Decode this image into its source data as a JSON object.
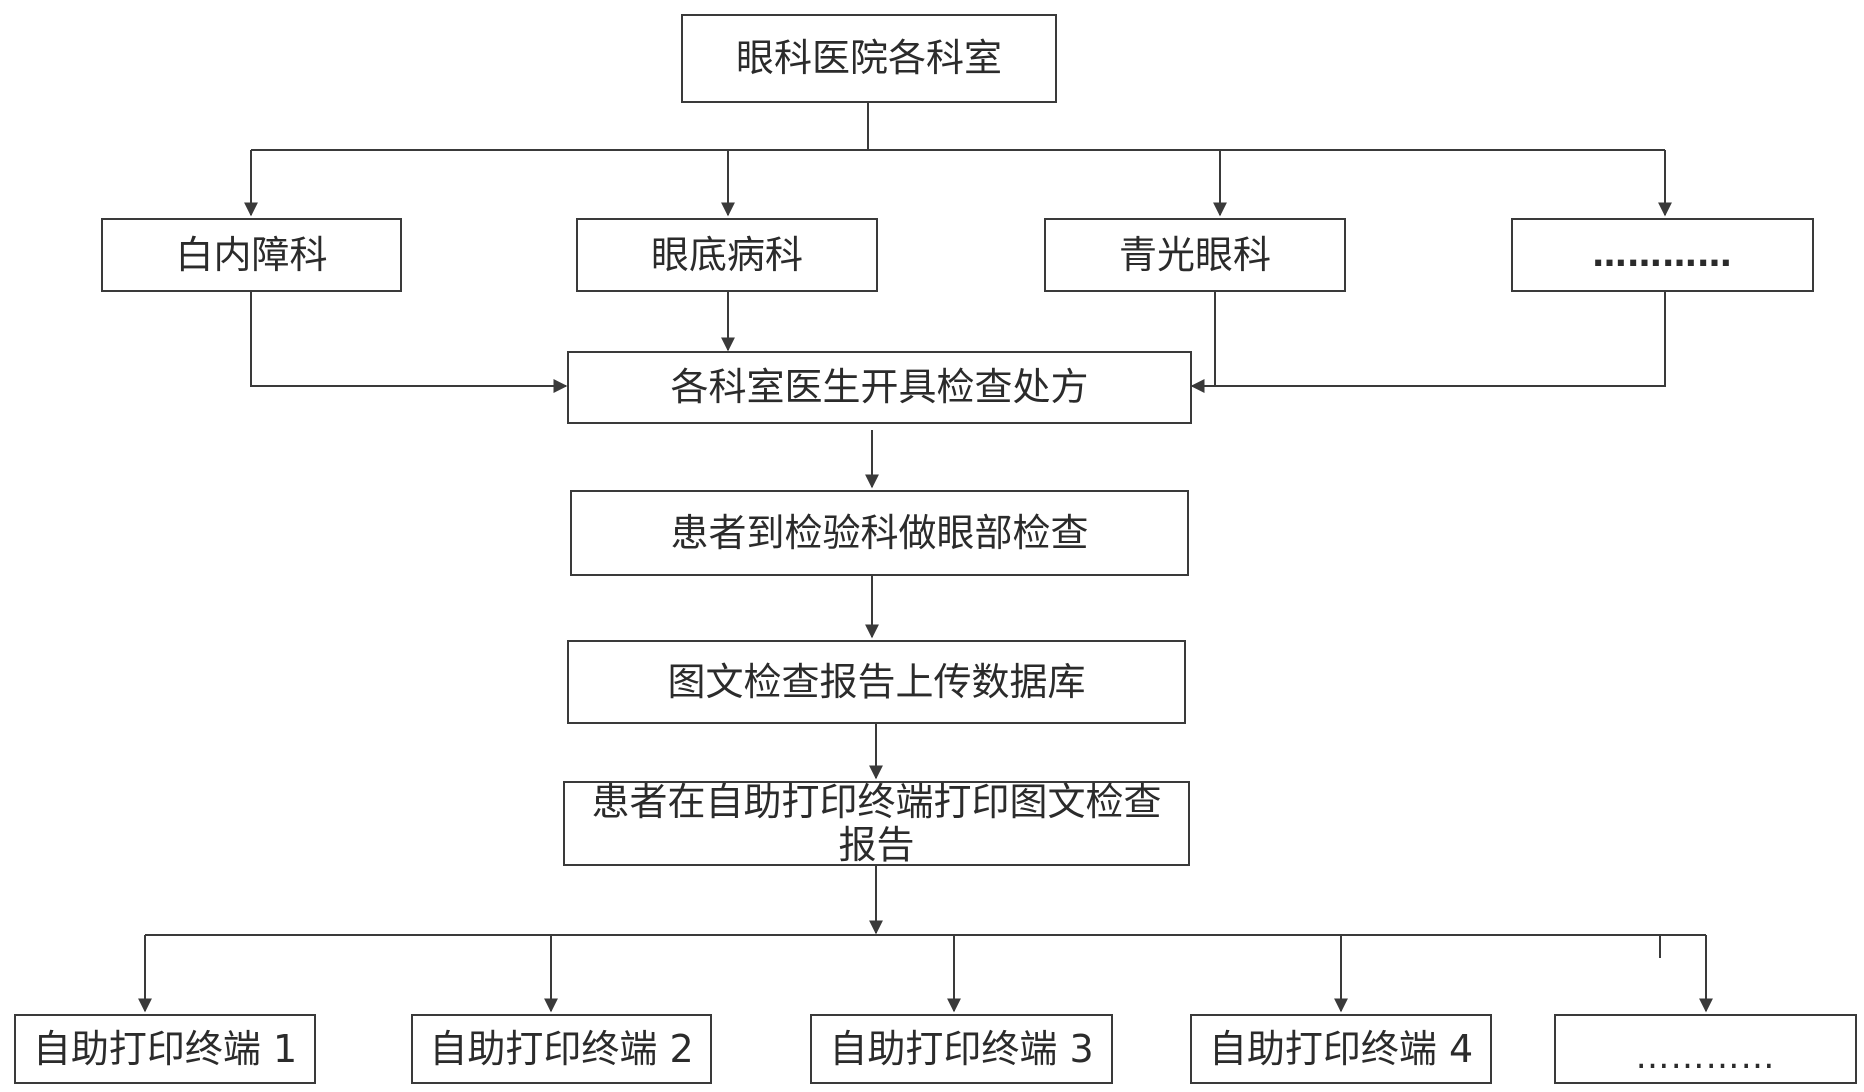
{
  "top": {
    "label": "眼科医院各科室"
  },
  "departments": [
    {
      "label": "白内障科"
    },
    {
      "label": "眼底病科"
    },
    {
      "label": "青光眼科"
    },
    {
      "label": "…………"
    }
  ],
  "flow": {
    "step1": "各科室医生开具检查处方",
    "step2": "患者到检验科做眼部检查",
    "step3": "图文检查报告上传数据库",
    "step4": "患者在自助打印终端打印图文检查报告"
  },
  "terminals": [
    {
      "label": "自助打印终端 1"
    },
    {
      "label": "自助打印终端 2"
    },
    {
      "label": "自助打印终端 3"
    },
    {
      "label": "自助打印终端 4"
    },
    {
      "label": "…………"
    }
  ],
  "colors": {
    "line": "#3a3a3a",
    "text": "#2b2b2b",
    "background": "#ffffff"
  }
}
